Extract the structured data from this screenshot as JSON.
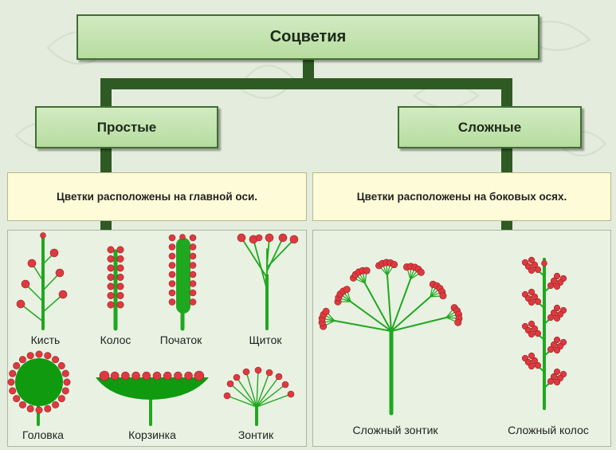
{
  "title": "Соцветия",
  "branches": {
    "simple": {
      "title": "Простые",
      "description": "Цветки расположены на главной оси.",
      "types": [
        "Кисть",
        "Колос",
        "Початок",
        "Щиток",
        "Головка",
        "Корзинка",
        "Зонтик"
      ]
    },
    "complex": {
      "title": "Сложные",
      "description": "Цветки расположены на боковых осях.",
      "types": [
        "Сложный зонтик",
        "Сложный колос"
      ]
    }
  },
  "colors": {
    "stem": "#1fa81f",
    "flower": "#dd3a3f",
    "box_fill": "#bfe0a8",
    "box_border": "#3f6f2f",
    "connector": "#2f5a24",
    "description_fill": "#fefcd8",
    "panel_fill": "#e9f2e2",
    "background": "#e3ecdd"
  }
}
